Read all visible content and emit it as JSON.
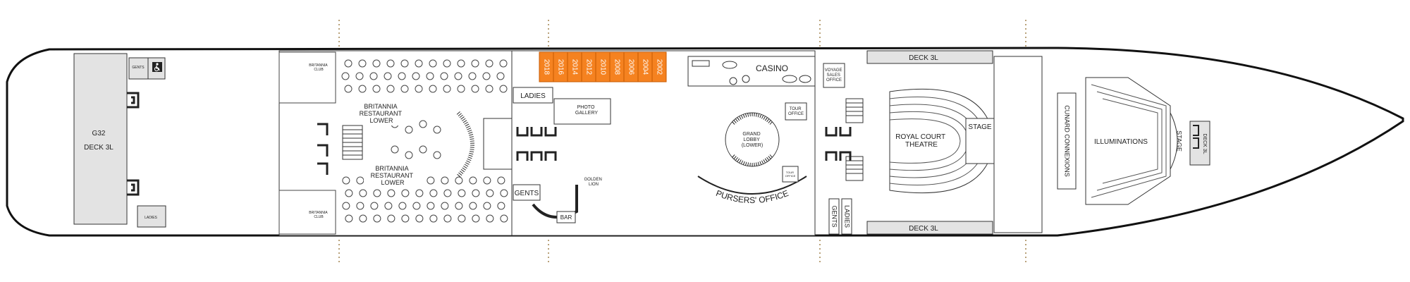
{
  "deck": {
    "aft_lobby": "G32",
    "aft_deck": "DECK 3L",
    "top_corridor": "DECK 3L",
    "bottom_corridor": "DECK 3L",
    "bow_stairs": "DECK 3L"
  },
  "venues": {
    "britannia_upper": [
      "BRITANNIA",
      "RESTAURANT",
      "LOWER"
    ],
    "britannia_lower": [
      "BRITANNIA",
      "RESTAURANT",
      "LOWER"
    ],
    "britannia_club_top": [
      "BRITANNIA",
      "CLUB"
    ],
    "britannia_club_bottom": [
      "BRITANNIA",
      "CLUB"
    ],
    "casino": "CASINO",
    "photo_gallery": [
      "PHOTO",
      "GALLERY"
    ],
    "grand_lobby": [
      "GRAND",
      "LOBBY",
      "(LOWER)"
    ],
    "pursers_office": "PURSERS' OFFICE",
    "tour_office": [
      "TOUR",
      "OFFICE"
    ],
    "tour_office_small": [
      "TOUR",
      "OFFICE"
    ],
    "voyage_sales": [
      "VOYAGE",
      "SALES",
      "OFFICE"
    ],
    "royal_court": [
      "ROYAL COURT",
      "THEATRE"
    ],
    "stage": "STAGE",
    "cunard_connexions": "CUNARD CONNEXIONS",
    "illuminations": "ILLUMINATIONS",
    "illum_stage": "STAGE",
    "golden_lion": [
      "GOLDEN",
      "LION"
    ],
    "bar": "BAR"
  },
  "restrooms": {
    "ladies_main": "LADIES",
    "gents_main": "GENTS",
    "gents_aft": "GENTS",
    "ladies_aft": "LADIES",
    "gents_fwd": "GENTS",
    "ladies_fwd": "LADIES"
  },
  "cabins": [
    "2018",
    "2016",
    "2014",
    "2012",
    "2010",
    "2008",
    "2006",
    "2004",
    "2002"
  ],
  "colors": {
    "cabin": "#f58220",
    "cabin_stroke": "#c85a00",
    "grey_area": "#e3e3e3",
    "hull": "#111111",
    "frame_marker": "#b9a27a"
  },
  "icons": [
    "accessible-icon",
    "elevator-icon",
    "stairs-icon"
  ]
}
